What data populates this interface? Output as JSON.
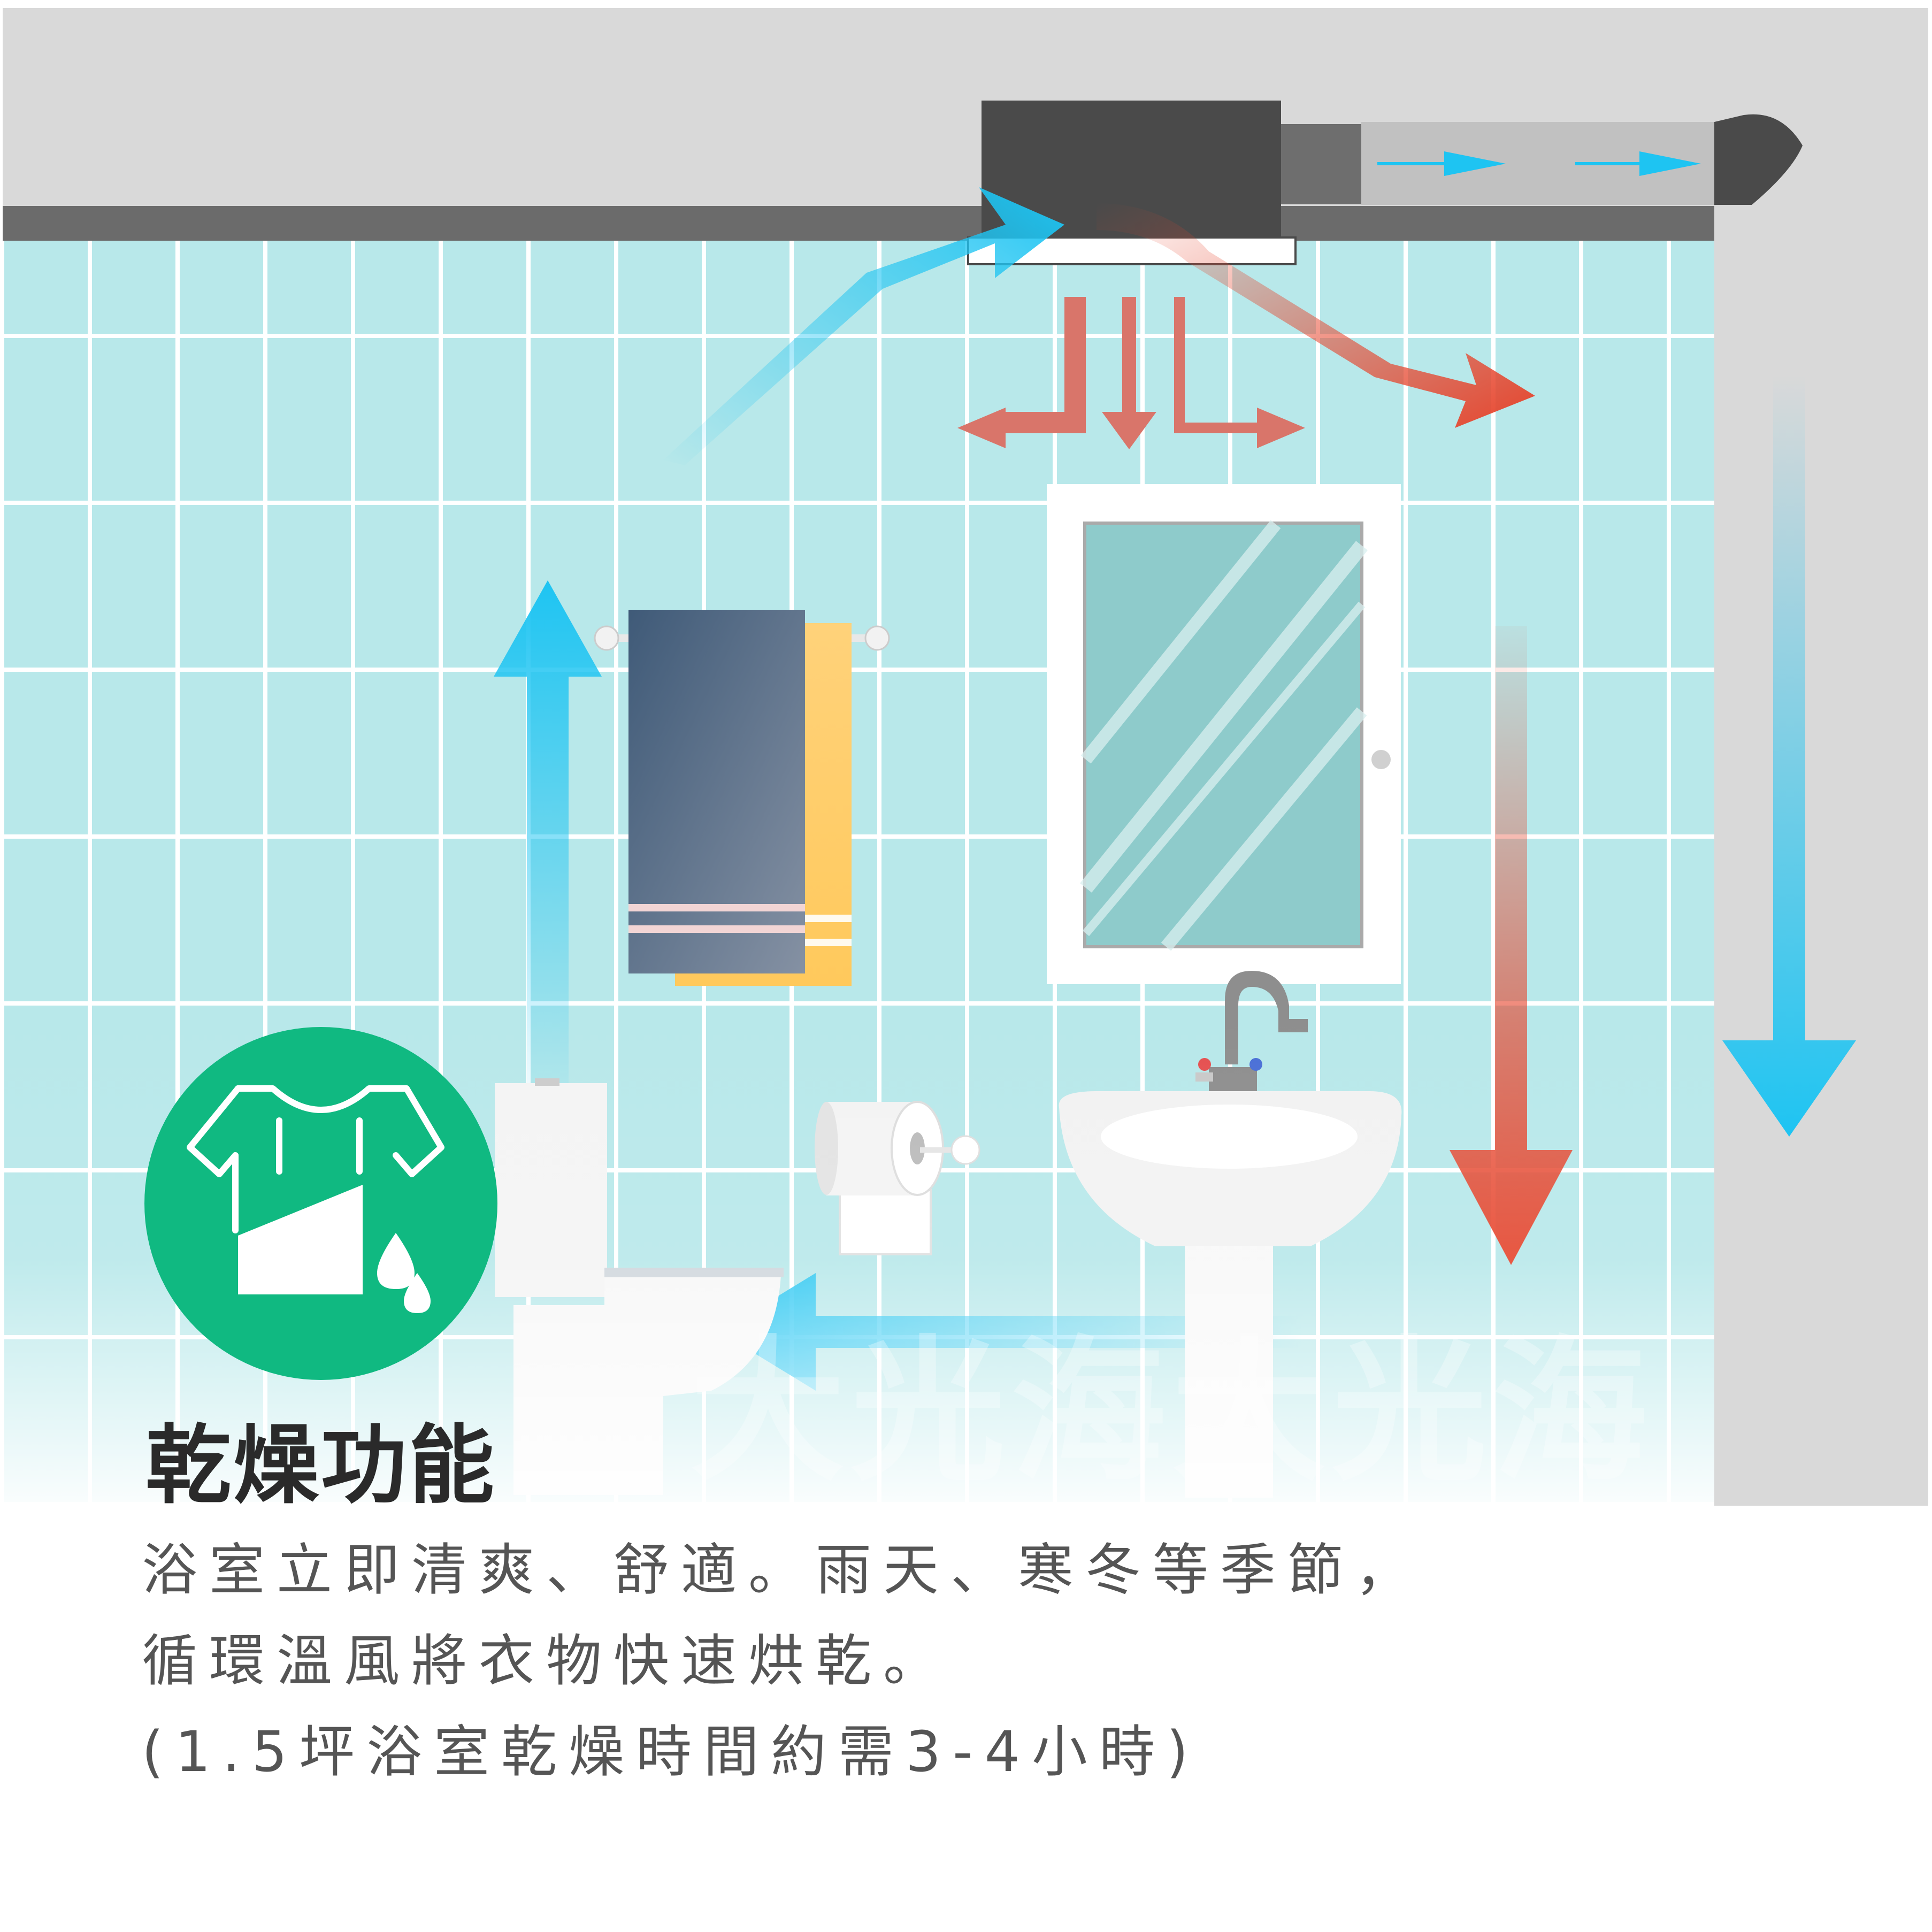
{
  "title": "乾燥功能",
  "description": [
    "浴室立即清爽、舒適。雨天、寒冬等季節，",
    "循環溫風將衣物快速烘乾。",
    "(1.5坪浴室乾燥時間約需3-4小時)"
  ],
  "watermark": "大光海大光海",
  "icons": {
    "badge": "shirt-drying-icon",
    "warm_air": "warm-air-arrow-icon",
    "cool_air": "cool-air-arrow-icon"
  },
  "colors": {
    "badge_green": "#10b981",
    "tile": "#b8e8ea",
    "tile_grout": "#ffffff",
    "warm_arrow": "#e6442c",
    "warm_arrow_soft": "#d9756a",
    "cool_arrow": "#1ec4f2",
    "ceiling": "#d9d9d9",
    "unit_dark": "#4a4a4a",
    "text_title": "#2a2a2a",
    "text_body": "#555555"
  }
}
